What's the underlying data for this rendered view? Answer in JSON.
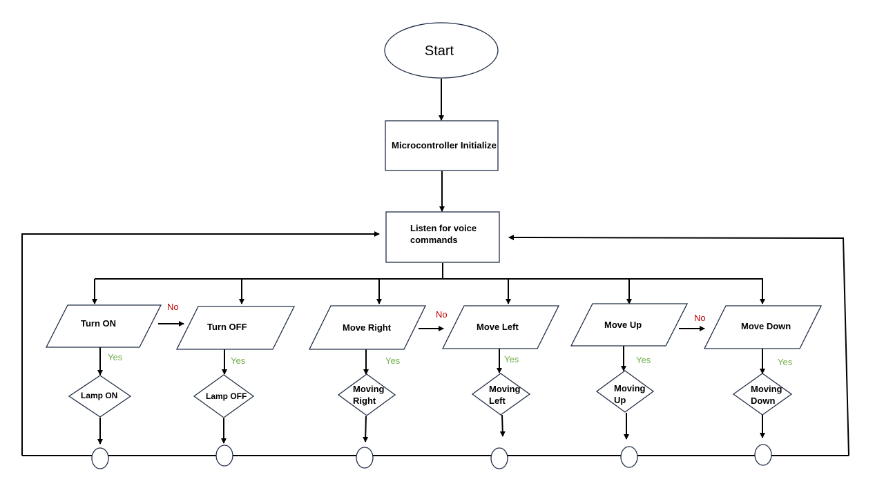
{
  "nodes": {
    "start": "Start",
    "init": "Microcontroller Initialize",
    "listen": [
      "Listen for voice",
      "commands"
    ],
    "turn_on": "Turn ON",
    "turn_off": "Turn OFF",
    "move_right": "Move Right",
    "move_left": "Move Left",
    "move_up": "Move Up",
    "move_down": "Move Down",
    "lamp_on": "Lamp ON",
    "lamp_off": "Lamp OFF",
    "moving_right": [
      "Moving",
      "Right"
    ],
    "moving_left": [
      "Moving",
      "Left"
    ],
    "moving_up": [
      "Moving",
      "Up"
    ],
    "moving_down": [
      "Moving",
      "Down"
    ]
  },
  "labels": {
    "yes": "Yes",
    "no": "No"
  },
  "colors": {
    "yes": "#70ad47",
    "no": "#c00000",
    "stroke": "#1f2d44"
  }
}
